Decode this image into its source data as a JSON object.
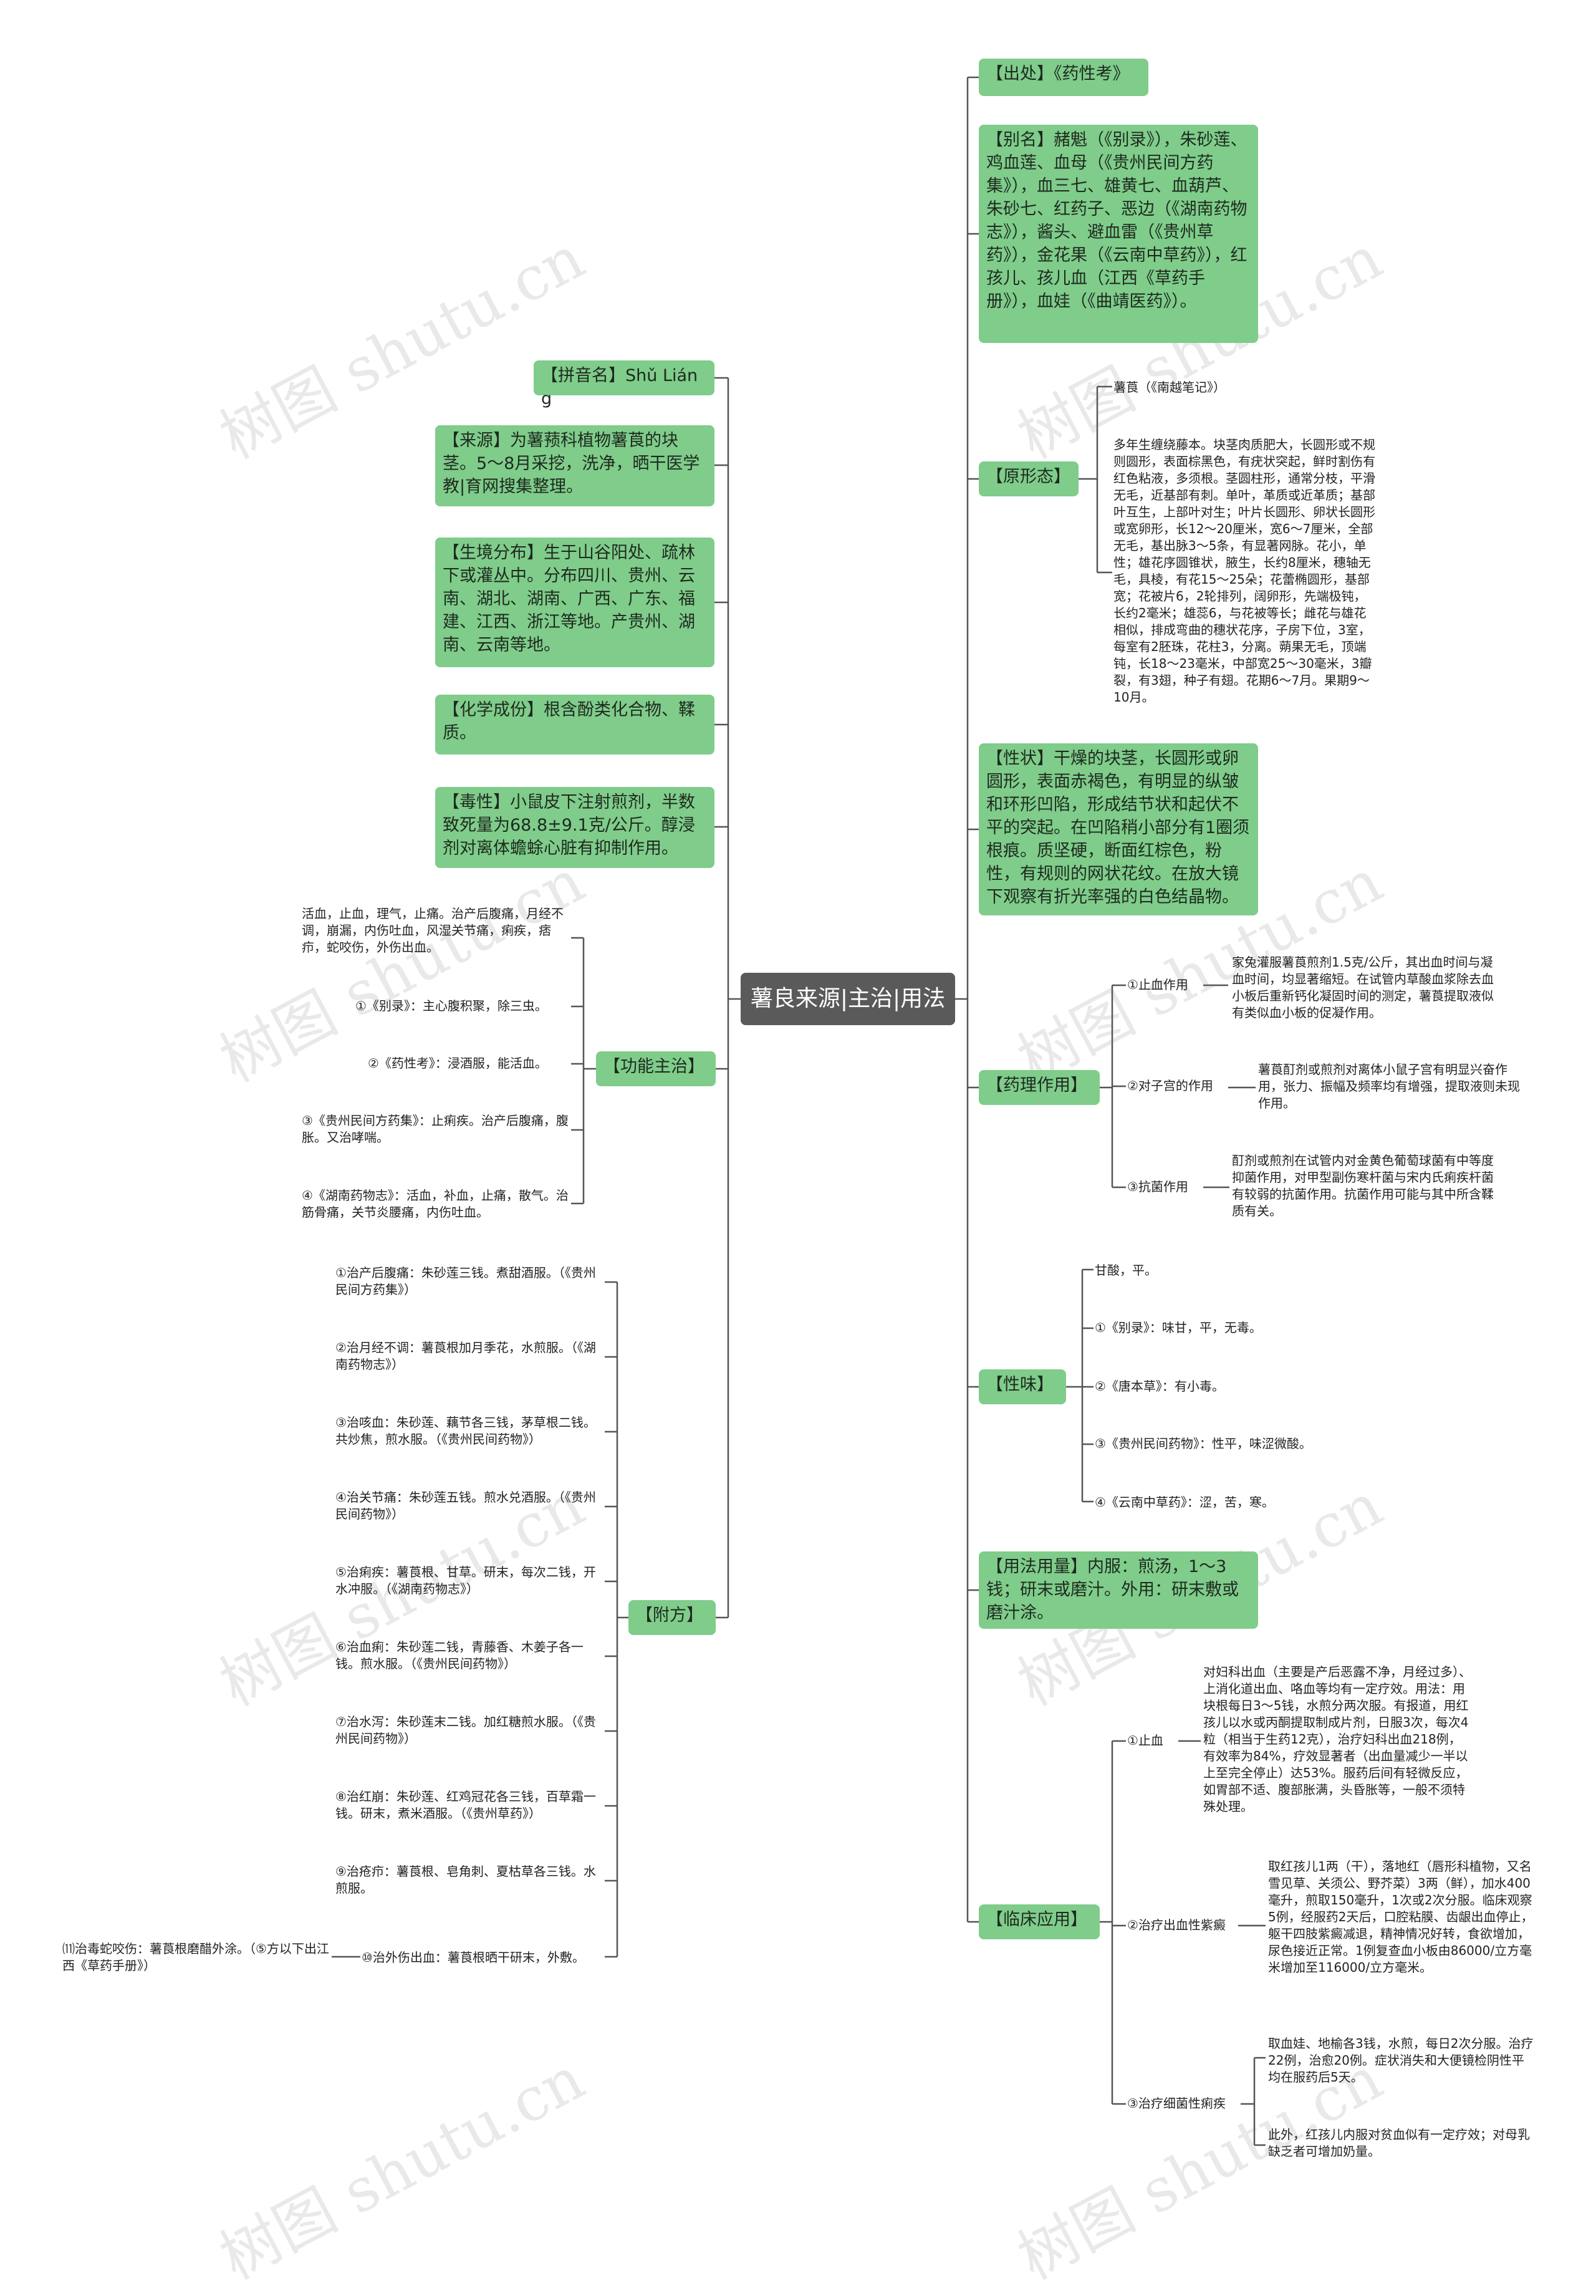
{
  "watermark": "树图 shutu.cn",
  "center": "薯良来源|主治|用法",
  "right": {
    "chuchu": "【出处】《药性考》",
    "bieming": "【别名】赭魁（《别录》），朱砂莲、鸡血莲、血母（《贵州民间方药集》），血三七、雄黄七、血葫芦、朱砂七、红药子、恶边（《湖南药物志》），酱头、避血雷（《贵州草药》），金花果（《云南中草药》），红孩儿、孩儿血（江西《草药手册》），血娃（《曲靖医药》）。",
    "yuanxingtai": {
      "label": "【原形态】",
      "c1": "薯莨（《南越笔记》）",
      "c2": "多年生缠绕藤本。块茎肉质肥大，长圆形或不规则圆形，表面棕黑色，有疣状突起，鲜时割伤有红色粘液，多须根。茎圆柱形，通常分枝，平滑无毛，近基部有刺。单叶，革质或近革质；基部叶互生，上部叶对生；叶片长圆形、卵状长圆形或宽卵形，长12～20厘米，宽6～7厘米，全部无毛，基出脉3～5条，有显著网脉。花小，单性；雄花序圆锥状，腋生，长约8厘米，穗轴无毛，具棱，有花15～25朵；花蕾椭圆形，基部宽；花被片6，2轮排列，阔卵形，先端极钝，长约2毫米；雄蕊6，与花被等长；雌花与雄花相似，排成弯曲的穗状花序，子房下位，3室，每室有2胚珠，花柱3，分离。蒴果无毛，顶端钝，长18～23毫米，中部宽25～30毫米，3瓣裂，有3翅，种子有翅。花期6～7月。果期9～10月。"
    },
    "xingzhuang": "【性状】干燥的块茎，长圆形或卵圆形，表面赤褐色，有明显的纵皱和环形凹陷，形成结节状和起伏不平的突起。在凹陷稍小部分有1圈须根痕。质坚硬，断面红棕色，粉性，有规则的网状花纹。在放大镜下观察有折光率强的白色结晶物。",
    "yaoli": {
      "label": "【药理作用】",
      "items": [
        {
          "title": "①止血作用",
          "text": "家兔灌服薯莨煎剂1.5克/公斤，其出血时间与凝血时间，均显著缩短。在试管内草酸血浆除去血小板后重新钙化凝固时间的测定，薯莨提取液似有类似血小板的促凝作用。"
        },
        {
          "title": "②对子宫的作用",
          "text": "薯莨酊剂或煎剂对离体小鼠子宫有明显兴奋作用，张力、振幅及频率均有增强，提取液则未现作用。"
        },
        {
          "title": "③抗菌作用",
          "text": "酊剂或煎剂在试管内对金黄色葡萄球菌有中等度抑菌作用，对甲型副伤寒杆菌与宋内氏痢疾杆菌有较弱的抗菌作用。抗菌作用可能与其中所含鞣质有关。"
        }
      ]
    },
    "xingwei": {
      "label": "【性味】",
      "items": [
        "甘酸，平。",
        "①《别录》：味甘，平，无毒。",
        "②《唐本草》：有小毒。",
        "③《贵州民间药物》：性平，味涩微酸。",
        "④《云南中草药》：涩，苦，寒。"
      ]
    },
    "yongfa": "【用法用量】内服：煎汤，1～3钱；研末或磨汁。外用：研末敷或磨汁涂。",
    "linchuang": {
      "label": "【临床应用】",
      "items": [
        {
          "title": "①止血",
          "text": [
            "对妇科出血（主要是产后恶露不净，月经过多）、上消化道出血、咯血等均有一定疗效。用法：用块根每日3～5钱，水煎分两次服。有报道，用红孩儿以水或丙酮提取制成片剂，日服3次，每次4粒（相当于生药12克），治疗妇科出血218例，有效率为84%，疗效显著者（出血量减少一半以上至完全停止）达53%。服药后间有轻微反应，如胃部不适、腹部胀满，头昏胀等，一般不须特殊处理。"
          ]
        },
        {
          "title": "②治疗出血性紫癜",
          "text": [
            "取红孩儿1两（干），落地红（唇形科植物，又名雪见草、关须公、野芥菜）3两（鲜），加水400毫升，煎取150毫升，1次或2次分服。临床观察5例，经服药2天后，口腔粘膜、齿龈出血停止，躯干四肢紫癜减退，精神情况好转，食欲增加，尿色接近正常。1例复查血小板由86000/立方毫米增加至116000/立方毫米。"
          ]
        },
        {
          "title": "③治疗细菌性痢疾",
          "text": [
            "取血娃、地榆各3钱，水煎，每日2次分服。治疗22例，治愈20例。症状消失和大便镜检阴性平均在服药后5天。",
            "此外，红孩儿内服对贫血似有一定疗效；对母乳缺乏者可增加奶量。"
          ]
        }
      ]
    }
  },
  "left": {
    "pinyin": "【拼音名】Shǔ Liáng",
    "laiyuan": "【来源】为薯蓣科植物薯莨的块茎。5～8月采挖，洗净，晒干医学教|育网搜集整理。",
    "shengjing": "【生境分布】生于山谷阳处、疏林下或灌丛中。分布四川、贵州、云南、湖北、湖南、广西、广东、福建、江西、浙江等地。产贵州、湖南、云南等地。",
    "huaxue": "【化学成份】根含酚类化合物、鞣质。",
    "duxing": "【毒性】小鼠皮下注射煎剂，半数致死量为68.8±9.1克/公斤。醇浸剂对离体蟾蜍心脏有抑制作用。",
    "gongneng": {
      "label": "【功能主治】",
      "items": [
        "活血，止血，理气，止痛。治产后腹痛，月经不调，崩漏，内伤吐血，风湿关节痛，痢疾，痞疖，蛇咬伤，外伤出血。",
        "①《别录》：主心腹积聚，除三虫。",
        "②《药性考》：浸酒服，能活血。",
        "③《贵州民间方药集》：止痢疾。治产后腹痛，腹胀。又治哮喘。",
        "④《湖南药物志》：活血，补血，止痛，散气。治筋骨痛，关节炎腰痛，内伤吐血。"
      ]
    },
    "fufang": {
      "label": "【附方】",
      "items": [
        "①治产后腹痛：朱砂莲三钱。煮甜酒服。（《贵州民间方药集》）",
        "②治月经不调：薯莨根加月季花，水煎服。（《湖南药物志》）",
        "③治咳血：朱砂莲、藕节各三钱，茅草根二钱。共炒焦，煎水服。（《贵州民间药物》）",
        "④治关节痛：朱砂莲五钱。煎水兑酒服。（《贵州民间药物》）",
        "⑤治痢疾：薯莨根、甘草。研末，每次二钱，开水冲服。（《湖南药物志》）",
        "⑥治血痢：朱砂莲二钱，青藤香、木姜子各一钱。煎水服。（《贵州民间药物》）",
        "⑦治水泻：朱砂莲末二钱。加红糖煎水服。（《贵州民间药物》）",
        "⑧治红崩：朱砂莲、红鸡冠花各三钱，百草霜一钱。研末，煮米酒服。（《贵州草药》）",
        "⑨治疮疖：薯莨根、皂角刺、夏枯草各三钱。水煎服。",
        "⑩治外伤出血：薯莨根晒干研末，外敷。"
      ],
      "sub": "⑾治毒蛇咬伤：薯莨根磨醋外涂。（⑤方以下出江西《草药手册》）"
    }
  }
}
